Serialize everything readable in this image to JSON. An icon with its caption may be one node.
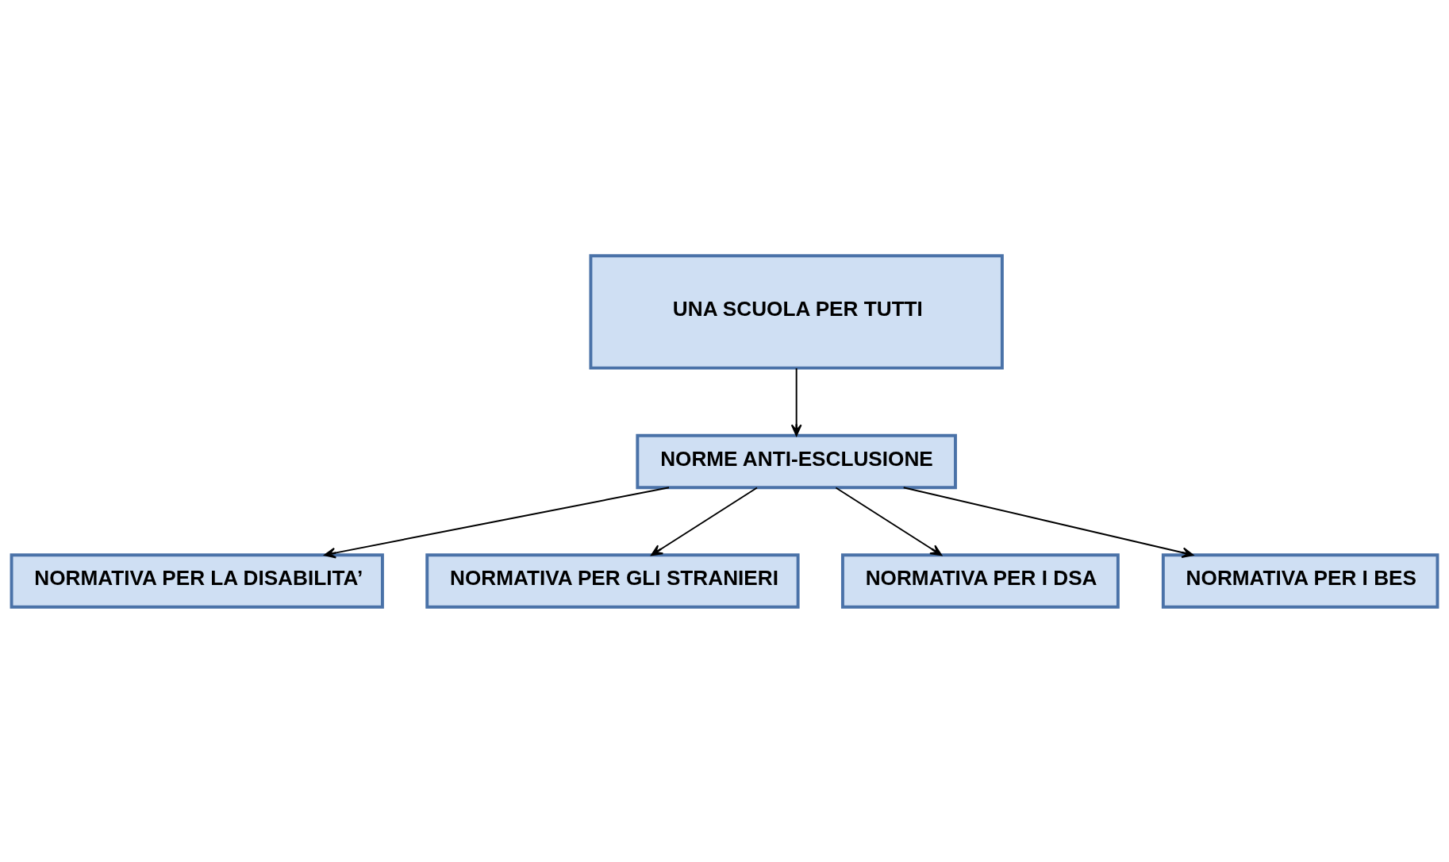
{
  "diagram": {
    "nodes": [
      {
        "text": [
          "UNA SCUOLA PER TUTTI"
        ]
      },
      {
        "text": [
          "NORME ANTI-ESCLUSIONE"
        ]
      },
      {
        "text": [
          "NORMATIVA PER LA DISABILITA’"
        ]
      },
      {
        "text": [
          "NORMATIVA PER GLI STRANIERI"
        ]
      },
      {
        "text": [
          "NORMATIVA PER I DSA"
        ]
      },
      {
        "text": [
          "NORMATIVA PER I BES"
        ]
      }
    ],
    "edges": [
      {
        "from": 0,
        "to": 1,
        "arrow": "to"
      },
      {
        "from": 1,
        "to": 2,
        "arrow": "to"
      },
      {
        "from": 1,
        "to": 3,
        "arrow": "to"
      },
      {
        "from": 1,
        "to": 4,
        "arrow": "to"
      },
      {
        "from": 1,
        "to": 5,
        "arrow": "to"
      }
    ]
  }
}
